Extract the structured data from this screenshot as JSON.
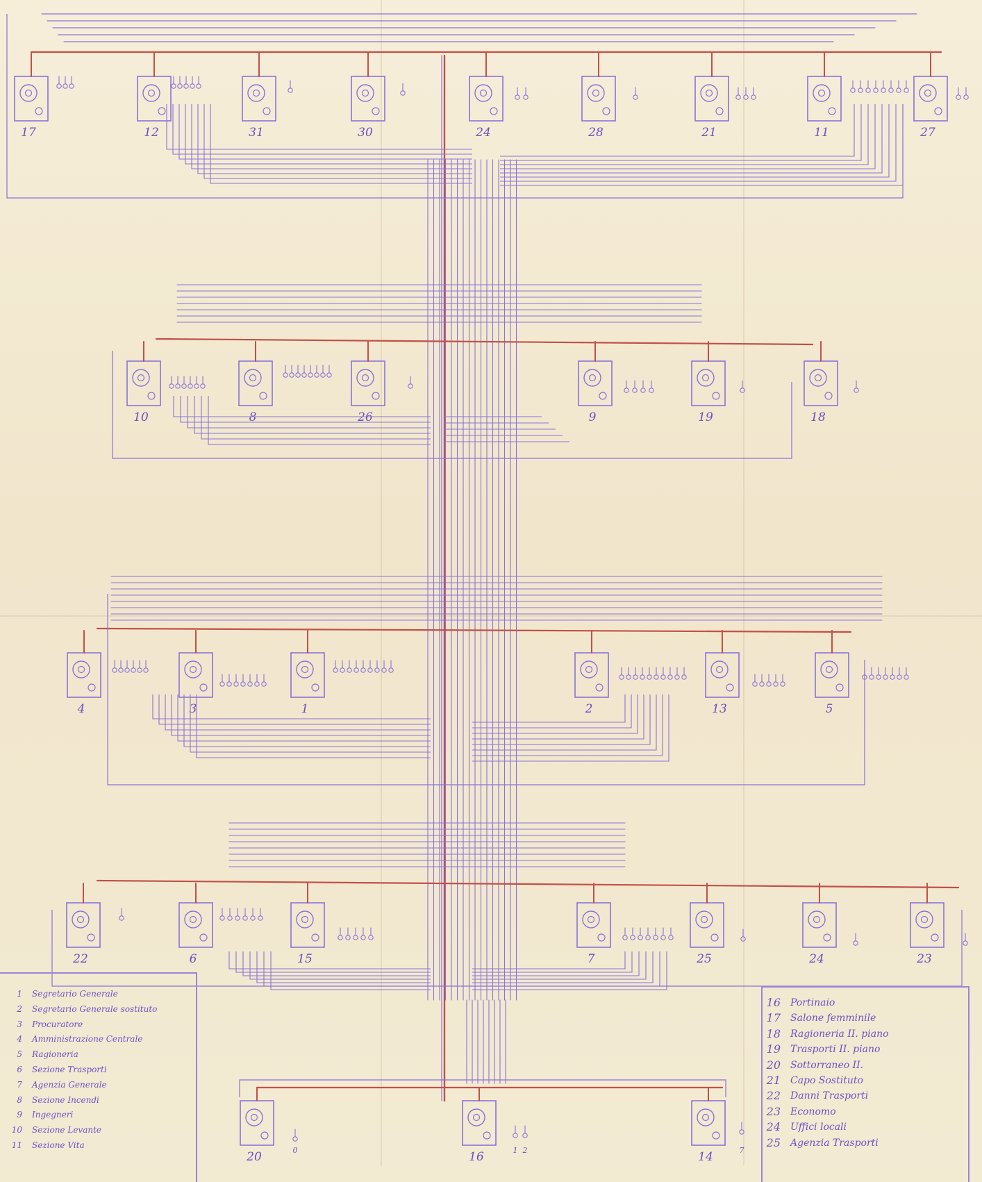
{
  "stations_top": [
    "17",
    "12",
    "31",
    "30",
    "24",
    "28",
    "21",
    "11",
    "27"
  ],
  "stations_row2": [
    "10",
    "8",
    "26",
    "9",
    "19",
    "18"
  ],
  "stations_row3": [
    "4",
    "3",
    "1",
    "2",
    "13",
    "5"
  ],
  "stations_row4": [
    "22",
    "6",
    "15",
    "7",
    "25",
    "24",
    "23"
  ],
  "stations_bottom": [
    "20",
    "16",
    "14"
  ],
  "jack_labels_bottom": [
    "0",
    "1",
    "2",
    "7"
  ],
  "legend_left": [
    {
      "num": "1",
      "text": "Segretario Generale"
    },
    {
      "num": "2",
      "text": "Segretario Generale sostituto"
    },
    {
      "num": "3",
      "text": "Procuratore"
    },
    {
      "num": "4",
      "text": "Amministrazione Centrale"
    },
    {
      "num": "5",
      "text": "Ragioneria"
    },
    {
      "num": "6",
      "text": "Sezione Trasporti"
    },
    {
      "num": "7",
      "text": "Agenzia Generale"
    },
    {
      "num": "8",
      "text": "Sezione Incendi"
    },
    {
      "num": "9",
      "text": "Ingegneri"
    },
    {
      "num": "10",
      "text": "Sezione Levante"
    },
    {
      "num": "11",
      "text": "Sezione Vita"
    }
  ],
  "legend_right": [
    {
      "num": "16",
      "text": "Portinaio"
    },
    {
      "num": "17",
      "text": "Salone femminile"
    },
    {
      "num": "18",
      "text": "Ragioneria II. piano"
    },
    {
      "num": "19",
      "text": "Trasporti II. piano"
    },
    {
      "num": "20",
      "text": "Sottorraneo II."
    },
    {
      "num": "21",
      "text": "Capo Sostituto"
    },
    {
      "num": "22",
      "text": "Danni Trasporti"
    },
    {
      "num": "23",
      "text": "Economo"
    },
    {
      "num": "24",
      "text": "Uffici locali"
    },
    {
      "num": "25",
      "text": "Agenzia Trasporti"
    }
  ],
  "colors": {
    "ink": "#8a72d8",
    "red": "#c2504a",
    "paper": "#f3ead2"
  }
}
